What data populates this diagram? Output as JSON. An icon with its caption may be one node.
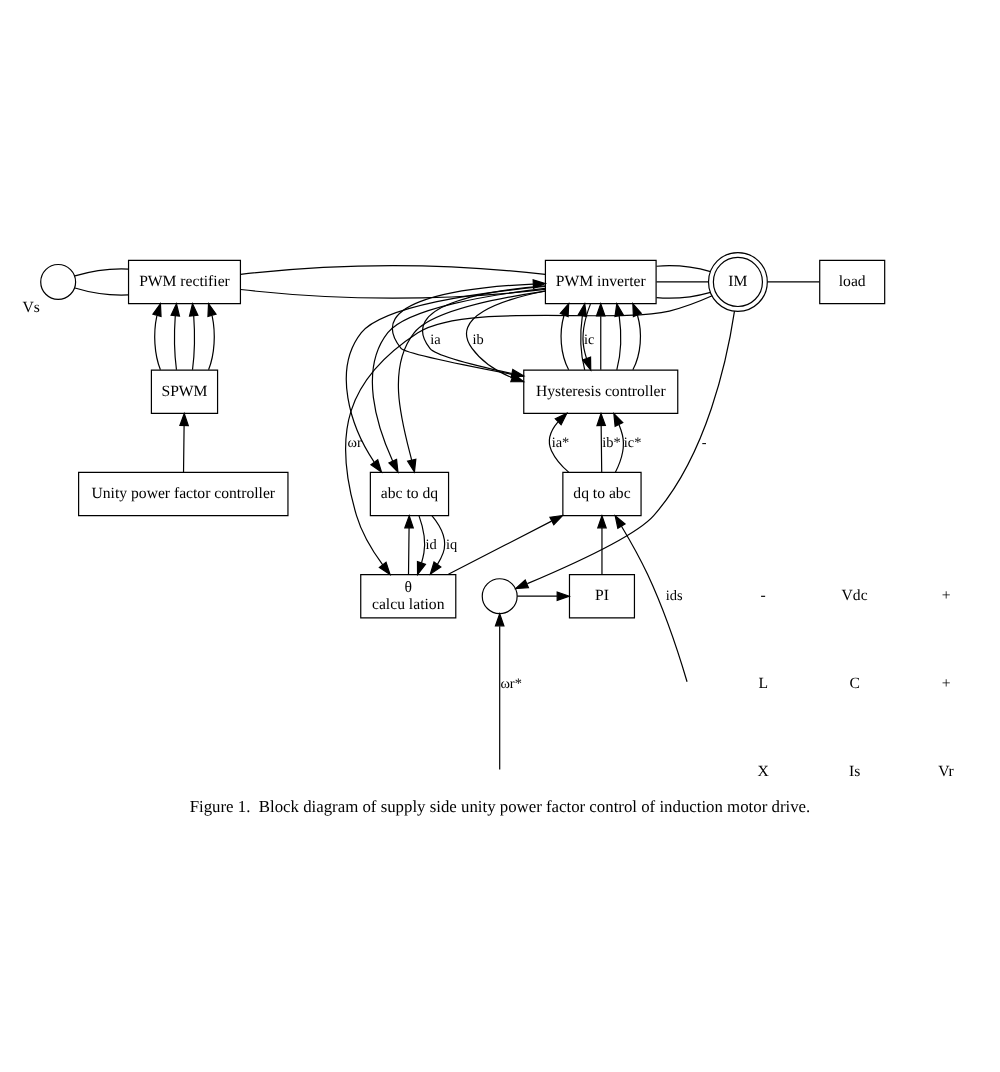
{
  "diagram": {
    "caption": "Figure 1.  Block diagram of supply side unity power factor control of induction motor drive.",
    "nodes": [
      {
        "text": [],
        "shape": "circle",
        "beside": [
          "Vs"
        ]
      },
      {
        "text": [
          "PWM rectifier"
        ]
      },
      {
        "text": [
          "PWM inverter"
        ]
      },
      {
        "text": [
          "IM"
        ]
      },
      {
        "text": [
          "load"
        ]
      },
      {
        "text": [
          "SPWM"
        ]
      },
      {
        "text": [
          "Unity power factor controller"
        ]
      },
      {
        "text": [
          "Hysteresis controller"
        ]
      },
      {
        "text": [
          "abc to dq"
        ]
      },
      {
        "text": [
          "dq to abc"
        ]
      },
      {
        "text": [
          "θ",
          "calcu lation"
        ]
      },
      {
        "text": [],
        "shape": "circle"
      },
      {
        "text": [
          "PI"
        ]
      }
    ],
    "edges": [
      {
        "from": 0,
        "to": 1,
        "arrow": "none"
      },
      {
        "from": 0,
        "to": 1,
        "arrow": "none"
      },
      {
        "from": 1,
        "to": 2,
        "arrow": "none"
      },
      {
        "from": 1,
        "to": 2,
        "arrow": "none"
      },
      {
        "from": 2,
        "to": 3,
        "arrow": "none"
      },
      {
        "from": 2,
        "to": 3,
        "arrow": "none"
      },
      {
        "from": 2,
        "to": 3,
        "arrow": "none"
      },
      {
        "from": 3,
        "to": 4,
        "arrow": "none"
      },
      {
        "from": 6,
        "to": 5,
        "arrow": "to"
      },
      {
        "from": 5,
        "to": 1,
        "arrow": "to"
      },
      {
        "from": 5,
        "to": 1,
        "arrow": "to"
      },
      {
        "from": 5,
        "to": 1,
        "arrow": "to"
      },
      {
        "from": 5,
        "to": 1,
        "arrow": "to"
      },
      {
        "from": 7,
        "to": 2,
        "arrow": "to"
      },
      {
        "from": 7,
        "to": 2,
        "arrow": "to"
      },
      {
        "from": 7,
        "to": 2,
        "arrow": "to"
      },
      {
        "from": 7,
        "to": 2,
        "arrow": "to"
      },
      {
        "from": 7,
        "to": 2,
        "arrow": "to"
      },
      {
        "from": 7,
        "to": 2,
        "arrow": "to"
      },
      {
        "from": 2,
        "to": 7,
        "arrow": "to",
        "label": "ia"
      },
      {
        "from": 2,
        "to": 7,
        "arrow": "to",
        "label": "ib"
      },
      {
        "from": 2,
        "to": 7,
        "arrow": "to",
        "label": "ic"
      },
      {
        "from": 2,
        "to": 8,
        "arrow": "to"
      },
      {
        "from": 2,
        "to": 8,
        "arrow": "to"
      },
      {
        "from": 2,
        "to": 8,
        "arrow": "to"
      },
      {
        "from": 9,
        "to": 7,
        "arrow": "to",
        "label": "ia*"
      },
      {
        "from": 9,
        "to": 7,
        "arrow": "to",
        "label": "ib*"
      },
      {
        "from": 9,
        "to": 7,
        "arrow": "to",
        "label": "ic*"
      },
      {
        "from": 8,
        "to": 10,
        "arrow": "to",
        "label": "id"
      },
      {
        "from": 8,
        "to": 10,
        "arrow": "to",
        "label": "iq"
      },
      {
        "from": 10,
        "to": 8,
        "arrow": "to"
      },
      {
        "from": 10,
        "to": 9,
        "arrow": "to"
      },
      {
        "from": null,
        "to": 9,
        "arrow": "to",
        "label": "ids"
      },
      {
        "from": 12,
        "to": 9,
        "arrow": "to"
      },
      {
        "from": 11,
        "to": 12,
        "arrow": "to"
      },
      {
        "from": null,
        "to": 11,
        "arrow": "to",
        "label": "ωr*"
      },
      {
        "from": 3,
        "to": 10,
        "arrow": "to",
        "label": "ωr"
      },
      {
        "from": 3,
        "to": 11,
        "arrow": "to",
        "label": "-"
      }
    ],
    "labels": [
      "X",
      "Is",
      "Vr",
      "L",
      "C",
      "+",
      "-",
      "Vdc",
      "+"
    ]
  }
}
